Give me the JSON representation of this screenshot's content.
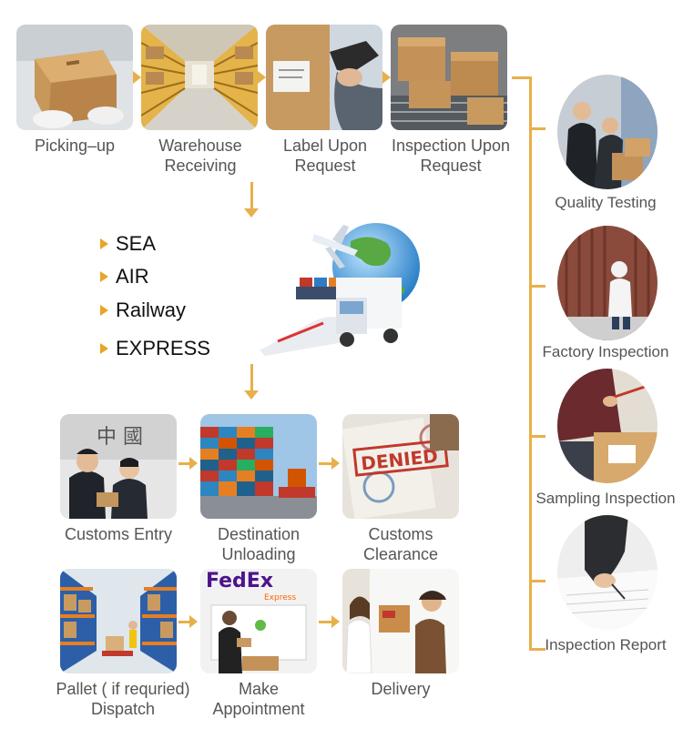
{
  "top_steps": [
    {
      "label": "Picking–up"
    },
    {
      "label": "Warehouse\nReceiving"
    },
    {
      "label": "Label Upon\nRequest"
    },
    {
      "label": "Inspection Upon\nRequest"
    }
  ],
  "shipping_modes": [
    "SEA",
    "AIR",
    "Railway",
    "EXPRESS"
  ],
  "mid_steps": [
    {
      "label": "Customs Entry"
    },
    {
      "label": "Destination\nUnloading"
    },
    {
      "label": "Customs\nClearance"
    }
  ],
  "bottom_steps": [
    {
      "label": "Pallet ( if requried)\nDispatch"
    },
    {
      "label": "Make\nAppointment"
    },
    {
      "label": "Delivery"
    }
  ],
  "side_steps": [
    {
      "label": "Quality Testing"
    },
    {
      "label": "Factory Inspection"
    },
    {
      "label": "Sampling Inspection"
    },
    {
      "label": "Inspection Report"
    }
  ],
  "photo_text": {
    "fedex": "FedEx",
    "fedex_sub": "Express",
    "stamp": "DENIED"
  },
  "colors": {
    "accent": "#e8b04a",
    "arrow_tri": "#e8a52a",
    "caption": "#555555"
  }
}
